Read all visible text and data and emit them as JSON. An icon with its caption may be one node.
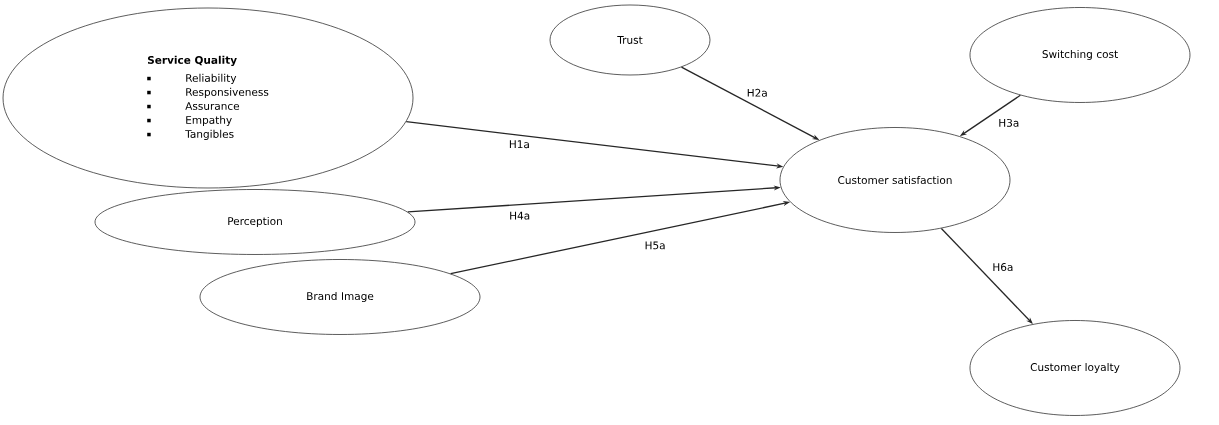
{
  "diagram": {
    "nodes": [
      {
        "text": [
          "Service Quality",
          "Reliability",
          "Responsiveness",
          "Assurance",
          "Empathy",
          "Tangibles"
        ]
      },
      {
        "text": [
          "Trust"
        ]
      },
      {
        "text": [
          "Switching cost"
        ]
      },
      {
        "text": [
          "Perception"
        ]
      },
      {
        "text": [
          "Customer satisfaction"
        ]
      },
      {
        "text": [
          "Brand Image"
        ]
      },
      {
        "text": [
          "Customer loyalty"
        ]
      }
    ],
    "edges": [
      {
        "from": 0,
        "to": 4,
        "arrow": "to",
        "label": "H1a"
      },
      {
        "from": 1,
        "to": 4,
        "arrow": "to",
        "label": "H2a"
      },
      {
        "from": 2,
        "to": 4,
        "arrow": "to",
        "label": "H3a"
      },
      {
        "from": 3,
        "to": 4,
        "arrow": "to",
        "label": "H4a"
      },
      {
        "from": 5,
        "to": 4,
        "arrow": "to",
        "label": "H5a"
      },
      {
        "from": 4,
        "to": 6,
        "arrow": "to",
        "label": "H6a"
      }
    ]
  }
}
